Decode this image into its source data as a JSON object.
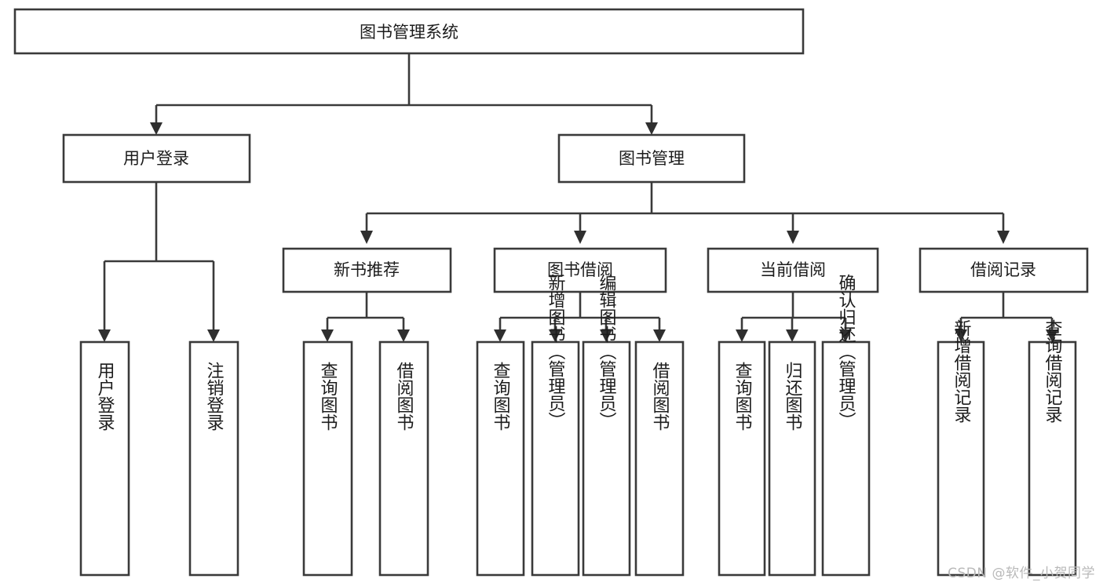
{
  "diagram": {
    "title": "图书管理系统",
    "type": "tree-hierarchy",
    "orientation": "top-down",
    "colors": {
      "box_stroke": "#3a3a3a",
      "box_fill": "#ffffff",
      "connector": "#3a3a3a",
      "arrow": "#2f2f2f",
      "text": "#1c1c1c",
      "watermark": "#b9b9b9",
      "background": "#ffffff"
    },
    "root": {
      "id": "root",
      "label": "图书管理系统",
      "orientation": "horizontal"
    },
    "level2": [
      {
        "id": "user-login",
        "label": "用户登录",
        "orientation": "horizontal"
      },
      {
        "id": "book-manage",
        "label": "图书管理",
        "orientation": "horizontal"
      }
    ],
    "level3": [
      {
        "id": "new-book-recommend",
        "label": "新书推荐",
        "parent": "book-manage",
        "orientation": "horizontal"
      },
      {
        "id": "book-borrow",
        "label": "图书借阅",
        "parent": "book-manage",
        "orientation": "horizontal"
      },
      {
        "id": "current-borrow",
        "label": "当前借阅",
        "parent": "book-manage",
        "orientation": "horizontal"
      },
      {
        "id": "borrow-record",
        "label": "借阅记录",
        "parent": "book-manage",
        "orientation": "horizontal"
      }
    ],
    "leaves": [
      {
        "id": "leaf-user-login",
        "label": "用户登录",
        "parent": "user-login",
        "orientation": "vertical"
      },
      {
        "id": "leaf-logout-login",
        "label": "注销登录",
        "parent": "user-login",
        "orientation": "vertical"
      },
      {
        "id": "leaf-query-book-1",
        "label": "查询图书",
        "parent": "new-book-recommend",
        "orientation": "vertical"
      },
      {
        "id": "leaf-borrow-book-1",
        "label": "借阅图书",
        "parent": "new-book-recommend",
        "orientation": "vertical"
      },
      {
        "id": "leaf-query-book-2",
        "label": "查询图书",
        "parent": "book-borrow",
        "orientation": "vertical"
      },
      {
        "id": "leaf-add-book",
        "label": "新增图书（管理员）",
        "parent": "book-borrow",
        "orientation": "vertical"
      },
      {
        "id": "leaf-edit-book",
        "label": "编辑图书（管理员）",
        "parent": "book-borrow",
        "orientation": "vertical"
      },
      {
        "id": "leaf-borrow-book-2",
        "label": "借阅图书",
        "parent": "book-borrow",
        "orientation": "vertical"
      },
      {
        "id": "leaf-query-book-3",
        "label": "查询图书",
        "parent": "current-borrow",
        "orientation": "vertical"
      },
      {
        "id": "leaf-return-book",
        "label": "归还图书",
        "parent": "current-borrow",
        "orientation": "vertical"
      },
      {
        "id": "leaf-confirm-return",
        "label": "确认归还（管理员）",
        "parent": "current-borrow",
        "orientation": "vertical"
      },
      {
        "id": "leaf-add-record",
        "label": "新增借阅记录",
        "parent": "borrow-record",
        "orientation": "vertical"
      },
      {
        "id": "leaf-query-record",
        "label": "查询借阅记录",
        "parent": "borrow-record",
        "orientation": "vertical"
      }
    ]
  },
  "watermark": {
    "label": "CSDN @软件_小贺同学"
  }
}
